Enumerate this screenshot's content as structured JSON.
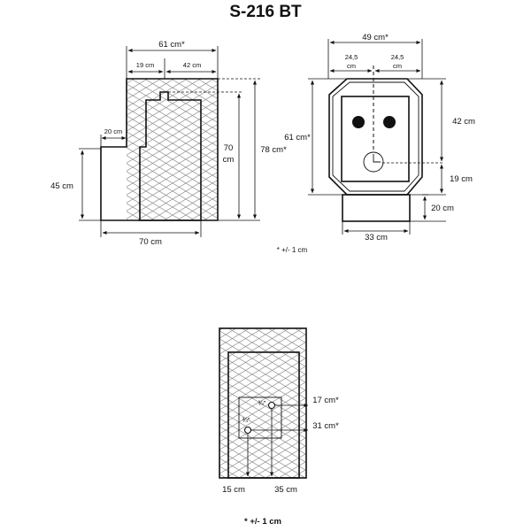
{
  "title": "S-216 BT",
  "side_view": {
    "total_width": "61 cm*",
    "rear_width": "19 cm",
    "front_width": "42 cm",
    "step_width": "20 cm",
    "base_width": "70 cm",
    "low_height": "45 cm",
    "body_height_line1": "70",
    "body_height_line2": "cm",
    "total_height": "78 cm*"
  },
  "front_view": {
    "width": "49 cm*",
    "half_left_line1": "24,5",
    "half_left_line2": "cm",
    "half_right_line1": "24,5",
    "half_right_line2": "cm",
    "height": "61 cm*",
    "upper_height": "42 cm",
    "lower_height": "19 cm",
    "base_height": "20 cm",
    "base_width": "33 cm"
  },
  "tolerance_note_top": "* +/- 1 cm",
  "rear_view": {
    "pipe_upper_size": "¾\"",
    "pipe_lower_size": "¾\"",
    "pipe_upper_height": "17 cm*",
    "pipe_lower_height": "31 cm*",
    "pipe_left_offset": "15 cm",
    "pipe_right_offset": "35 cm"
  },
  "tolerance_note_bottom": "* +/- 1 cm"
}
